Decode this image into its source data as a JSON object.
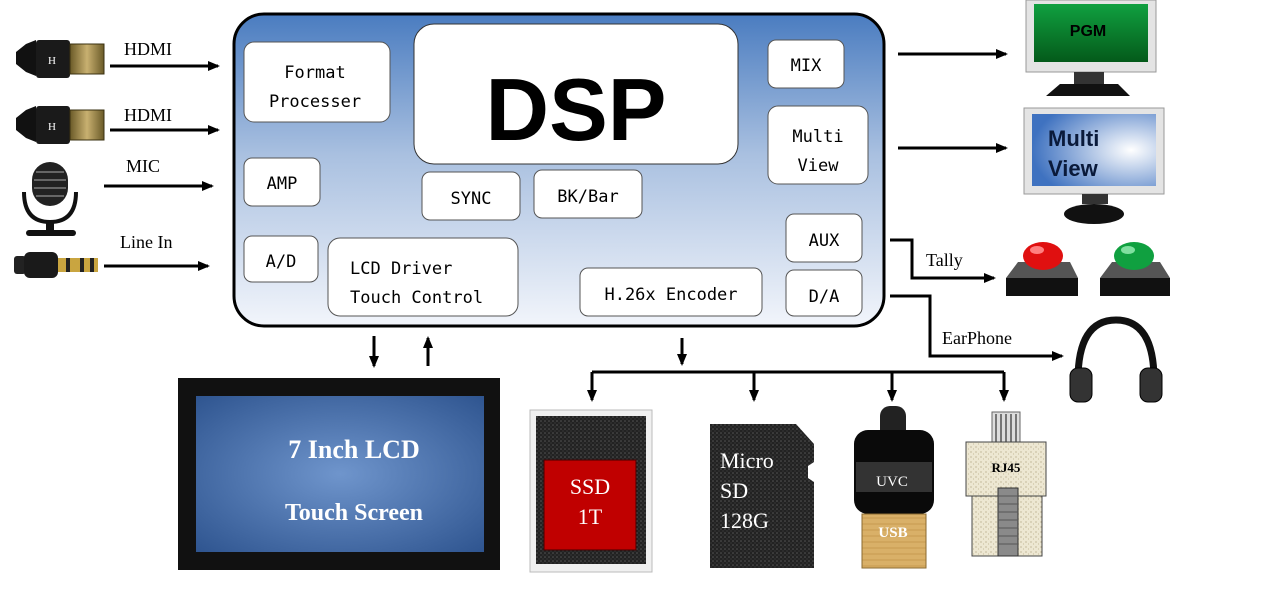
{
  "inputs": {
    "hdmi1_label": "HDMI",
    "hdmi2_label": "HDMI",
    "mic_label": "MIC",
    "linein_label": "Line In",
    "hdmi_plug_letter": "H"
  },
  "core": {
    "dsp_label": "DSP",
    "format_processer_line1": "Format",
    "format_processer_line2": "Processer",
    "amp": "AMP",
    "ad": "A/D",
    "sync": "SYNC",
    "bkbar": "BK/Bar",
    "lcd_driver_line1": "LCD Driver",
    "lcd_driver_line2": "Touch Control",
    "encoder": "H.26x Encoder",
    "mix": "MIX",
    "multiview_line1": "Multi",
    "multiview_line2": "View",
    "aux": "AUX",
    "da": "D/A"
  },
  "outputs": {
    "pgm": "PGM",
    "multiview_line1": "Multi",
    "multiview_line2": "View",
    "tally": "Tally",
    "earphone": "EarPhone"
  },
  "bottom": {
    "lcd_line1": "7 Inch LCD",
    "lcd_line2": "Touch Screen",
    "ssd_line1": "SSD",
    "ssd_line2": "1T",
    "sd_line1": "Micro",
    "sd_line2": "SD",
    "sd_line3": "128G",
    "uvc": "UVC",
    "usb": "USB",
    "rj45": "RJ45"
  },
  "colors": {
    "tally_red": "#e01010",
    "tally_green": "#10a040",
    "ssd_red": "#c00000",
    "pgm_green": "#0a8a2a",
    "lcd_blue": "#3d6aa8"
  }
}
